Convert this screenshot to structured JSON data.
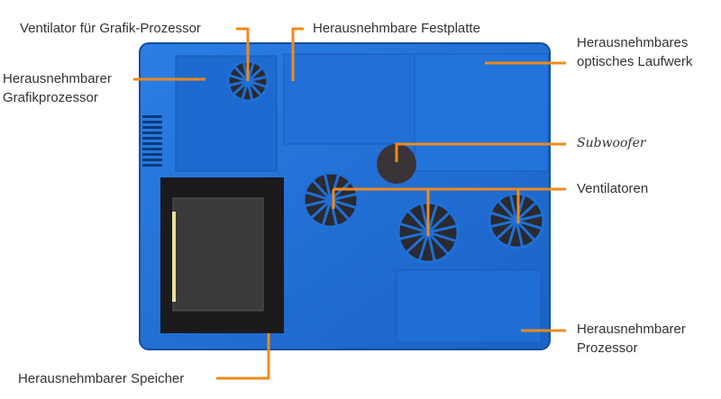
{
  "labels": {
    "gpu_fan": "Ventilator für Grafik-Prozessor",
    "hdd": "Herausnehmbare Festplatte",
    "gpu_line1": "Herausnehmbarer",
    "gpu_line2": "Grafikprozessor",
    "optical_line1": "Herausnehmbares",
    "optical_line2": "optisches Laufwerk",
    "subwoofer": "Subwoofer",
    "fans": "Ventilatoren",
    "cpu_line1": "Herausnehmbarer",
    "cpu_line2": "Prozessor",
    "memory": "Herausnehmbarer Speicher"
  },
  "colors": {
    "body": "#1f6fd6",
    "body_dark": "#1553a8",
    "leader": "#f08a1c",
    "panel": "#1c1a1c",
    "text": "#333333"
  }
}
